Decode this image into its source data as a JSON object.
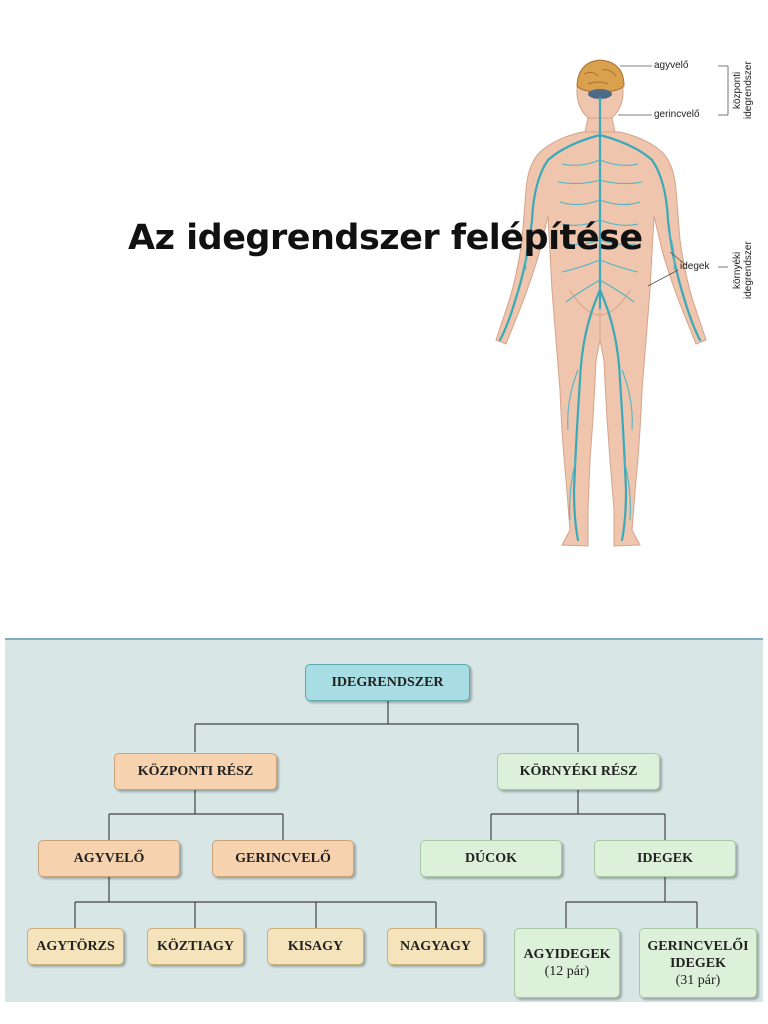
{
  "slide": {
    "title": "Az idegrendszer felépítése"
  },
  "figure": {
    "labels": {
      "brain": "agyvelő",
      "spinal_cord": "gerincvelő",
      "nerves": "idegek",
      "central_nervous_system": "központi idegrendszer",
      "peripheral_nervous_system": "környéki idegrendszer"
    }
  },
  "diagram": {
    "root": "IDEGRENDSZER",
    "central": {
      "label": "KÖZPONTI RÉSZ",
      "brain": "AGYVELŐ",
      "spinal_cord": "GERINCVELŐ",
      "brain_parts": [
        "AGYTÖRZS",
        "KÖZTIAGY",
        "KISAGY",
        "NAGYAGY"
      ]
    },
    "peripheral": {
      "label": "KÖRNYÉKI RÉSZ",
      "ganglia": "DÚCOK",
      "nerves": "IDEGEK",
      "cranial_nerves": "AGYIDEGEK",
      "cranial_nerves_count": "(12 pár)",
      "spinal_nerves_line1": "GERINCVELŐI",
      "spinal_nerves_line2": "IDEGEK",
      "spinal_nerves_count": "(31 pár)"
    },
    "colors": {
      "background": "#d8e6e6",
      "root": "#a7dde3",
      "central": "#f6d2ae",
      "peripheral": "#ddf0da",
      "brain_parts": "#f5e3bb"
    }
  }
}
